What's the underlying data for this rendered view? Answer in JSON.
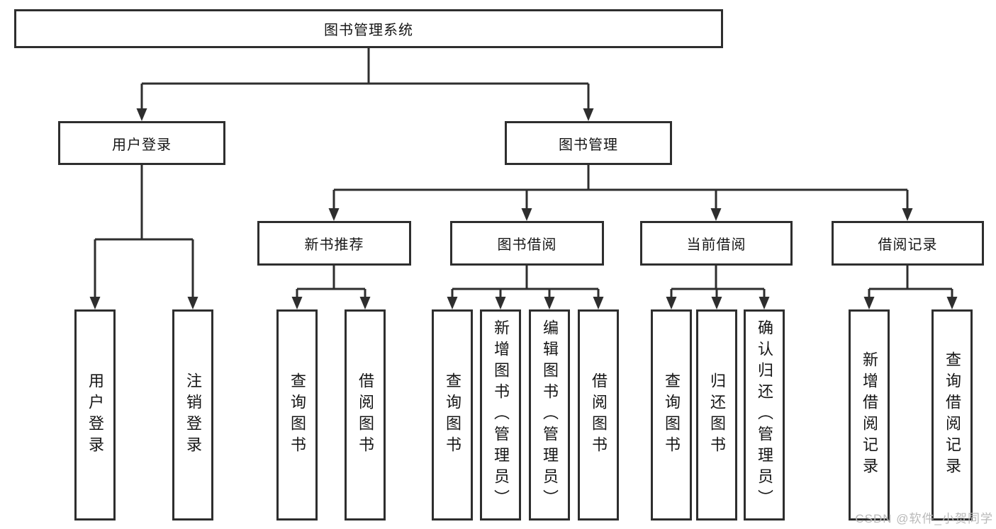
{
  "tree": {
    "root": "图书管理系统",
    "user_login": "用户登录",
    "book_mgmt": "图书管理",
    "l3": [
      "新书推荐",
      "图书借阅",
      "当前借阅",
      "借阅记录"
    ],
    "leaves_user": [
      "用户登录",
      "注销登录"
    ],
    "leaves_new_book": [
      "查询图书",
      "借阅图书"
    ],
    "leaves_borrow": [
      "查询图书",
      "新增图书（管理员）",
      "编辑图书（管理员）",
      "借阅图书"
    ],
    "leaves_current": [
      "查询图书",
      "归还图书",
      "确认归还（管理员）"
    ],
    "leaves_record": [
      "新增借阅记录",
      "查询借阅记录"
    ]
  },
  "watermark": "CSDN @软件_小贺同学",
  "colors": {
    "line": "#2e2e2e",
    "text": "#161616",
    "watermark": "#b9b9b9",
    "background": "#ffffff"
  }
}
